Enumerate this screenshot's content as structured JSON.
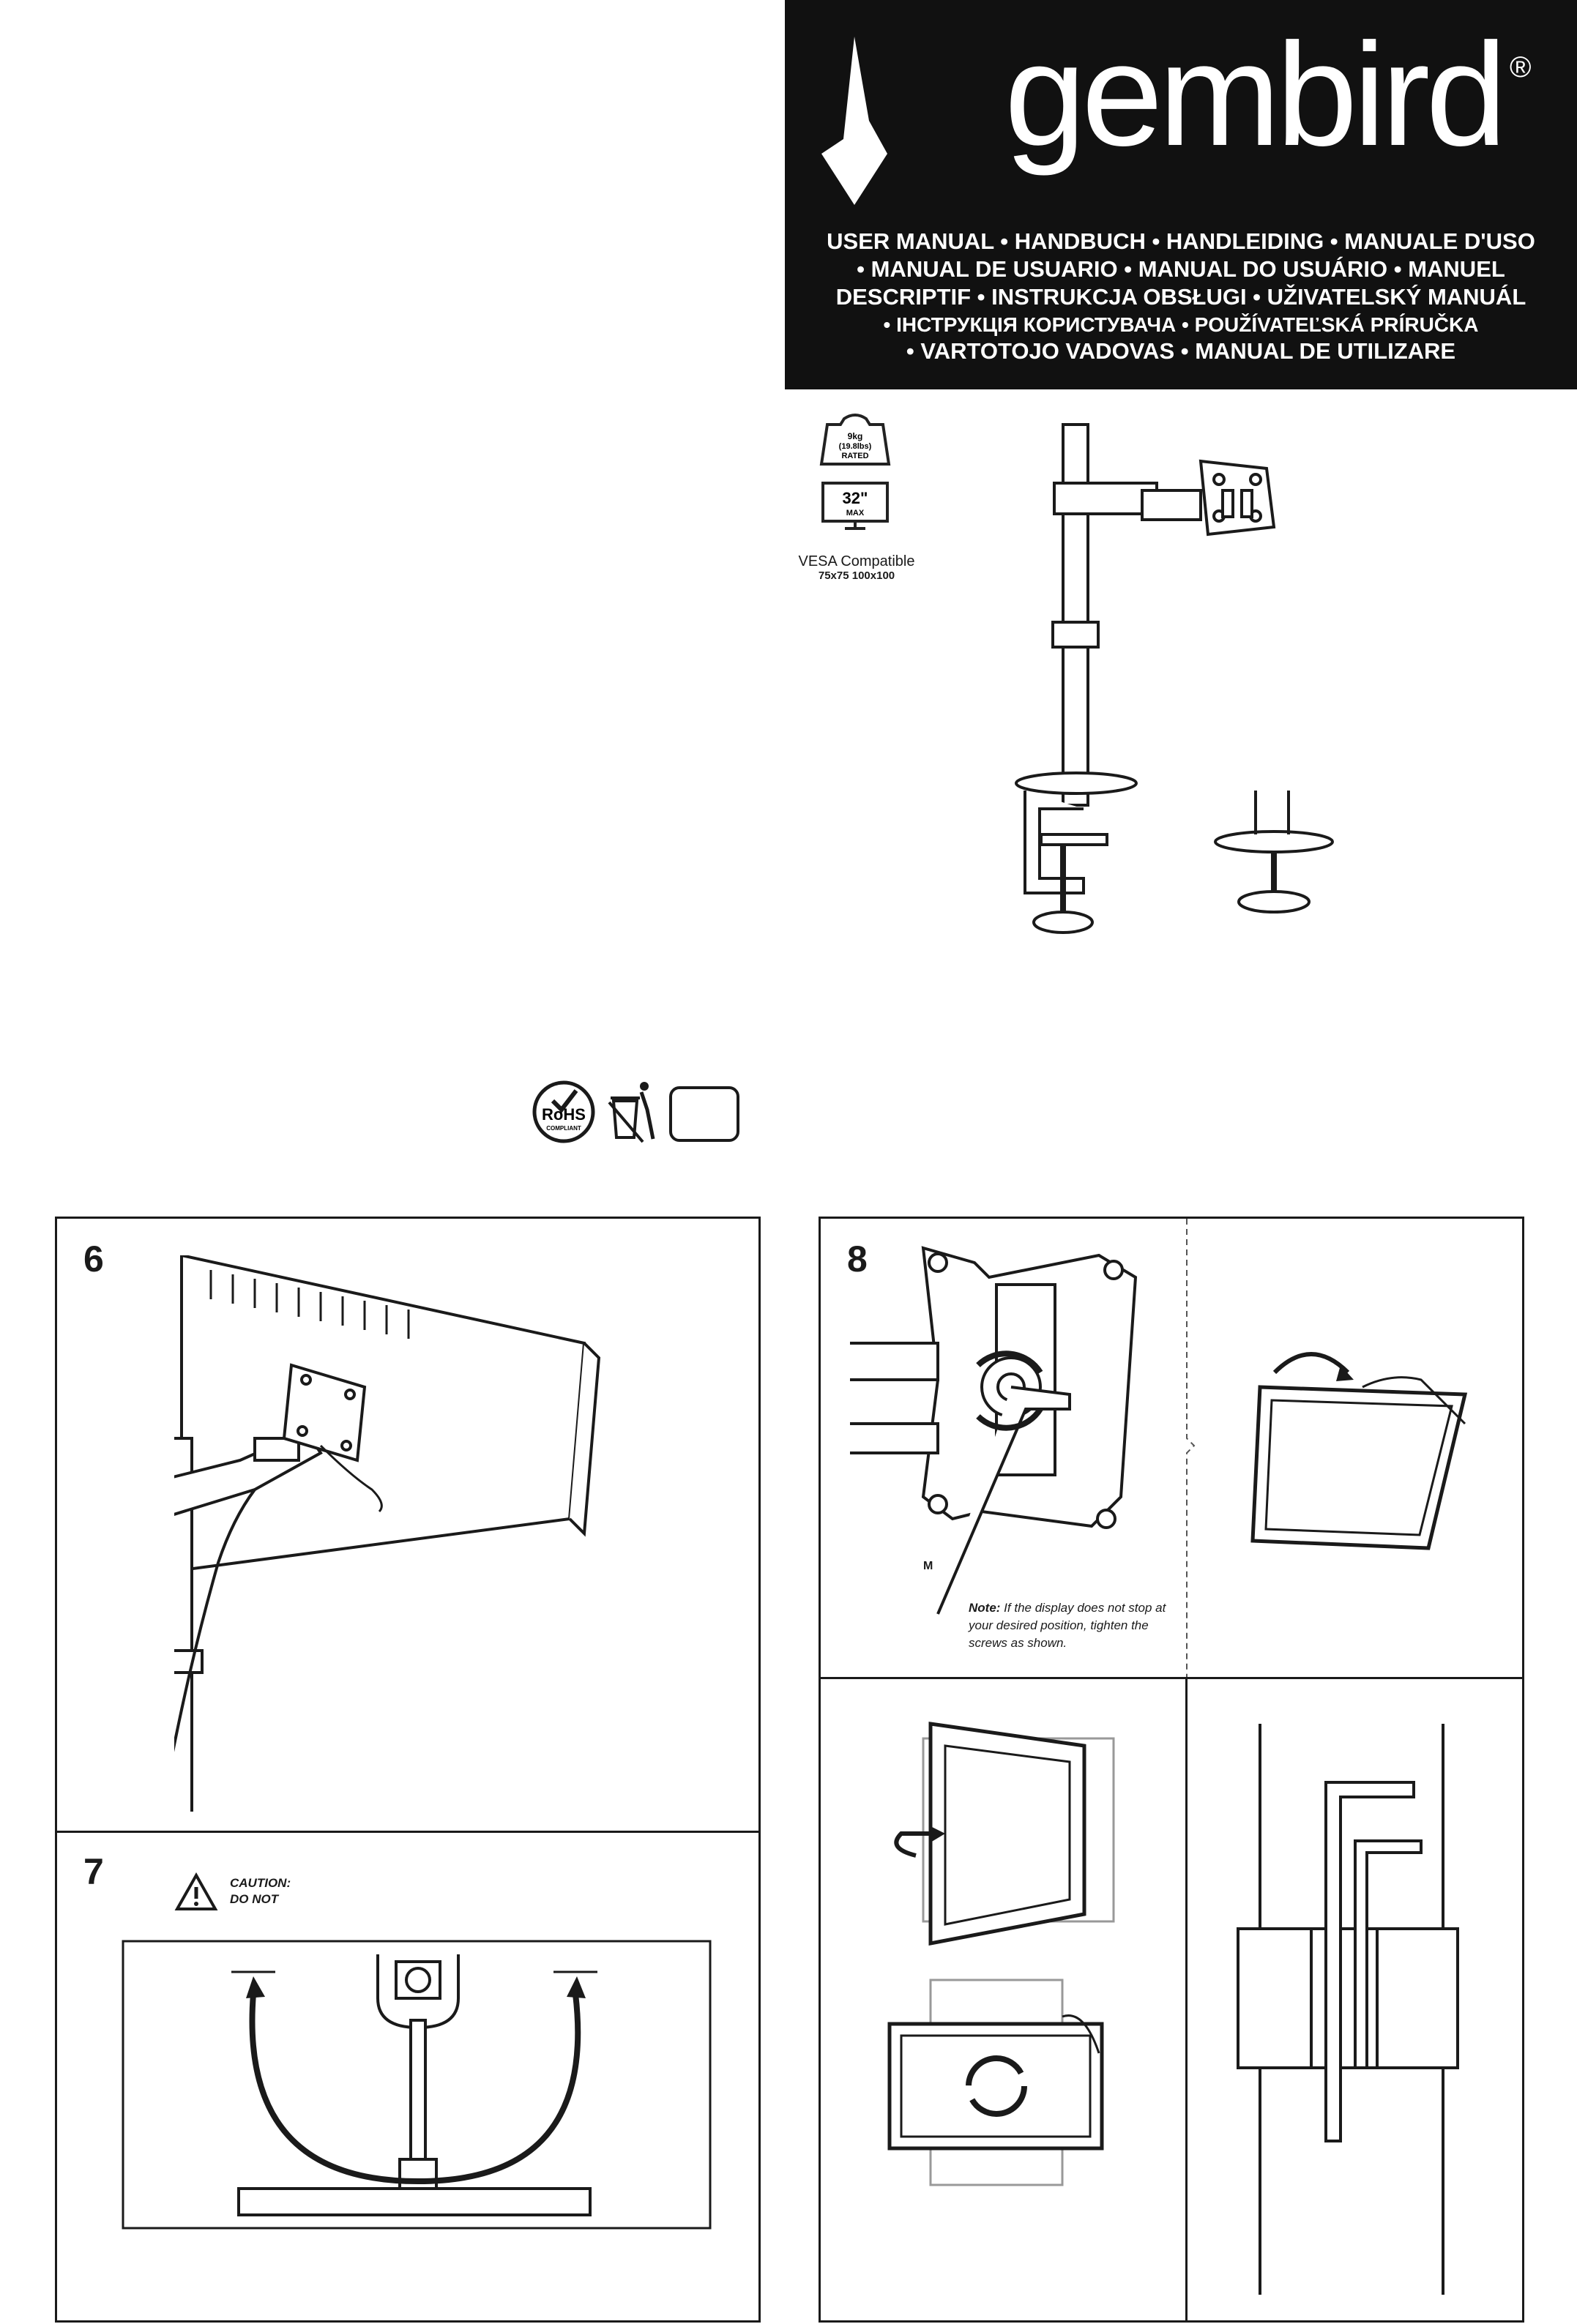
{
  "header": {
    "brand": "gembird",
    "registered_mark": "®",
    "manual_lines": [
      "USER MANUAL • HANDBUCH • HANDLEIDING • MANUALE D'USO",
      "• MANUAL DE USUARIO • MANUAL DO USUÁRIO • MANUEL",
      "DESCRIPTIF • INSTRUKCJA OBSŁUGI • UŽIVATELSKÝ MANUÁL",
      "• ІНСТРУКЦІЯ КОРИСТУВАЧА • POUŽÍVATEĽSKÁ PRÍRUČKA",
      "•  VARTOTOJO VADOVAS • MANUAL DE UTILIZARE"
    ]
  },
  "specs": {
    "weight_line1": "9kg",
    "weight_line2": "(19.8lbs)",
    "weight_line3": "RATED",
    "screen_size": "32\"",
    "screen_max": "MAX",
    "vesa_title": "VESA Compatible",
    "vesa_sizes": "75x75 100x100"
  },
  "compliance": {
    "rohs": "RoHS",
    "rohs_sub": "COMPLIANT",
    "weee_icon": "crossed-bin-icon",
    "ce_box": ""
  },
  "steps": {
    "step6": "6",
    "step7": "7",
    "step8": "8",
    "caution_line1": "CAUTION:",
    "caution_line2": "DO NOT",
    "note_label": "Note:",
    "note_text": " If the display does not stop at your desired position, tighten the screws as shown.",
    "m_label": "M"
  }
}
